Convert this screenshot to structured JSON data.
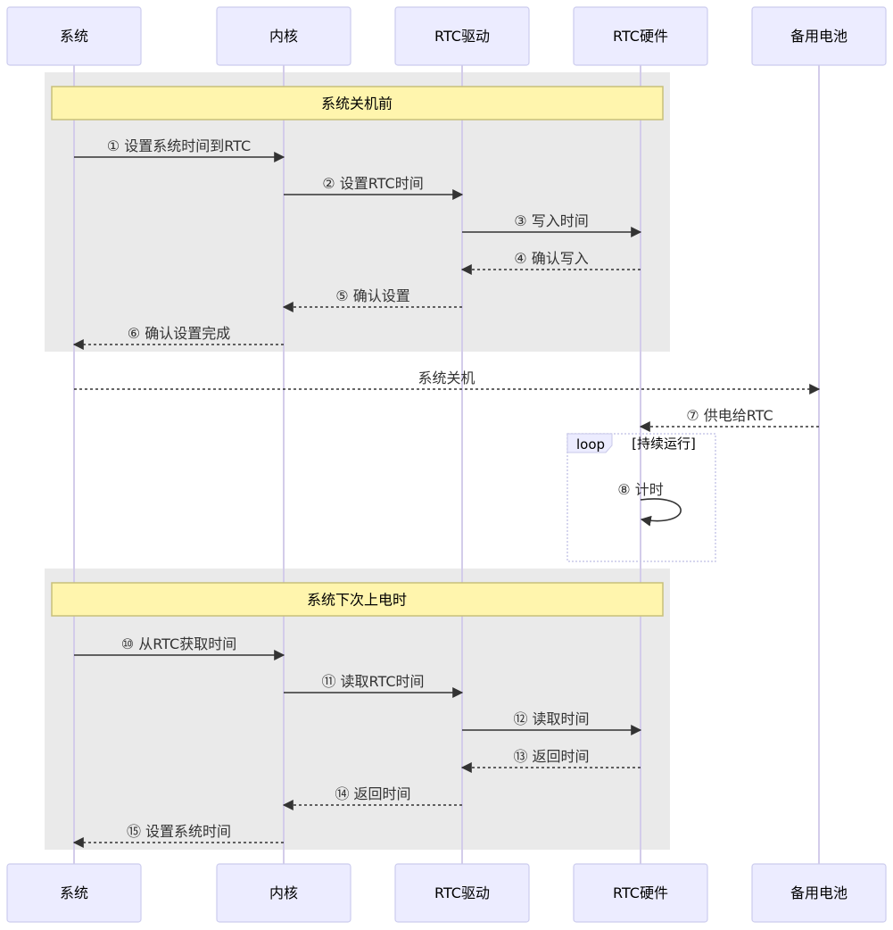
{
  "actors": [
    {
      "id": "sys",
      "label": "系统"
    },
    {
      "id": "kernel",
      "label": "内核"
    },
    {
      "id": "driver",
      "label": "RTC驱动"
    },
    {
      "id": "hw",
      "label": "RTC硬件"
    },
    {
      "id": "battery",
      "label": "备用电池"
    }
  ],
  "groups": [
    {
      "note": "系统关机前"
    },
    {
      "note": "系统下次上电时"
    }
  ],
  "loop": {
    "keyword": "loop",
    "condition": "[持续运行]"
  },
  "messages": [
    {
      "from": "sys",
      "to": "kernel",
      "label": "① 设置系统时间到RTC",
      "style": "solid"
    },
    {
      "from": "kernel",
      "to": "driver",
      "label": "② 设置RTC时间",
      "style": "solid"
    },
    {
      "from": "driver",
      "to": "hw",
      "label": "③ 写入时间",
      "style": "solid"
    },
    {
      "from": "hw",
      "to": "driver",
      "label": "④ 确认写入",
      "style": "dashed"
    },
    {
      "from": "driver",
      "to": "kernel",
      "label": "⑤ 确认设置",
      "style": "dashed"
    },
    {
      "from": "kernel",
      "to": "sys",
      "label": "⑥ 确认设置完成",
      "style": "dashed"
    },
    {
      "from": "sys",
      "to": "battery",
      "label": "系统关机",
      "style": "dashed"
    },
    {
      "from": "battery",
      "to": "hw",
      "label": "⑦ 供电给RTC",
      "style": "dashed"
    },
    {
      "from": "hw",
      "to": "hw",
      "label": "⑧ 计时",
      "style": "solid"
    },
    {
      "from": "sys",
      "to": "kernel",
      "label": "⑩ 从RTC获取时间",
      "style": "solid"
    },
    {
      "from": "kernel",
      "to": "driver",
      "label": "⑪ 读取RTC时间",
      "style": "solid"
    },
    {
      "from": "driver",
      "to": "hw",
      "label": "⑫ 读取时间",
      "style": "solid"
    },
    {
      "from": "hw",
      "to": "driver",
      "label": "⑬ 返回时间",
      "style": "dashed"
    },
    {
      "from": "driver",
      "to": "kernel",
      "label": "⑭ 返回时间",
      "style": "dashed"
    },
    {
      "from": "kernel",
      "to": "sys",
      "label": "⑮ 设置系统时间",
      "style": "dashed"
    }
  ]
}
